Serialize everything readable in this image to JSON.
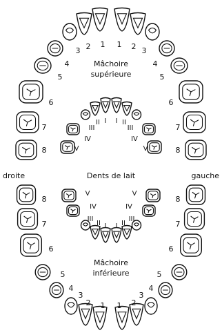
{
  "labels": {
    "side_right": "droite",
    "side_left": "gauche",
    "upper_line1": "Mâchoire",
    "upper_line2": "supérieure",
    "lower_line1": "Mâchoire",
    "lower_line2": "inférieure",
    "milk": "Dents de lait"
  },
  "upper_numbers_right": [
    "1",
    "2",
    "3",
    "4",
    "5",
    "6",
    "7",
    "8"
  ],
  "upper_numbers_left": [
    "1",
    "2",
    "3",
    "4",
    "5",
    "6",
    "7",
    "8"
  ],
  "lower_numbers_right": [
    "1",
    "2",
    "3",
    "4",
    "5",
    "6",
    "7",
    "8"
  ],
  "lower_numbers_left": [
    "1",
    "2",
    "3",
    "4",
    "5",
    "6",
    "7",
    "8"
  ],
  "milk_upper_right": [
    "I",
    "II",
    "III",
    "IV",
    "V"
  ],
  "milk_upper_left": [
    "I",
    "II",
    "III",
    "IV",
    "V"
  ],
  "milk_lower_right": [
    "I",
    "II",
    "III",
    "IV",
    "V"
  ],
  "milk_lower_left": [
    "I",
    "II",
    "III",
    "IV",
    "V"
  ]
}
